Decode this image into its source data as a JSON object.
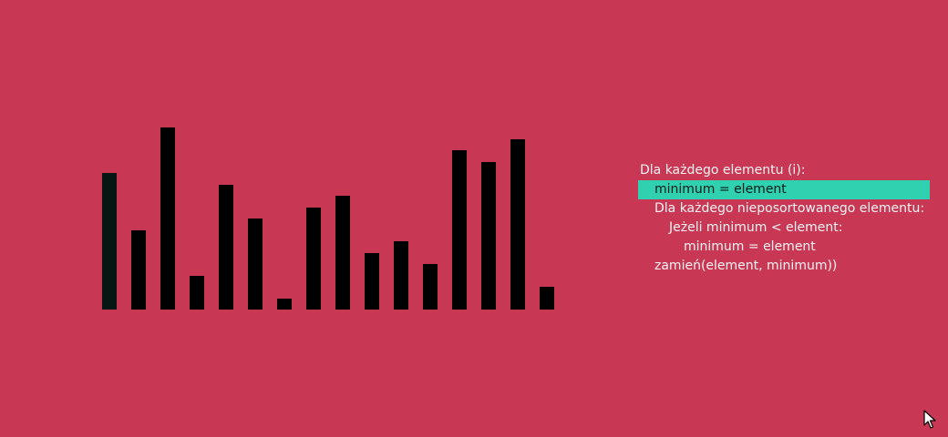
{
  "visualizer": {
    "background_color": "#c83855",
    "bar_color": "#000000",
    "highlight_color": "#2fd1b0",
    "bar_values": [
      150,
      87,
      200,
      37,
      137,
      100,
      12,
      112,
      125,
      62,
      75,
      50,
      175,
      162,
      187,
      25
    ],
    "current_index": 0
  },
  "pseudocode": {
    "lines": [
      {
        "text": "Dla każdego elementu (i):",
        "indent": 0,
        "highlighted": false
      },
      {
        "text": "minimum = element",
        "indent": 1,
        "highlighted": true
      },
      {
        "text": "Dla każdego nieposortowanego elementu:",
        "indent": 1,
        "highlighted": false
      },
      {
        "text": "Jeżeli minimum < element:",
        "indent": 2,
        "highlighted": false
      },
      {
        "text": "minimum = element",
        "indent": 3,
        "highlighted": false
      },
      {
        "text": "zamień(element, minimum))",
        "indent": 1,
        "highlighted": false
      }
    ]
  },
  "cursor": {
    "icon": "mouse-pointer-icon"
  }
}
